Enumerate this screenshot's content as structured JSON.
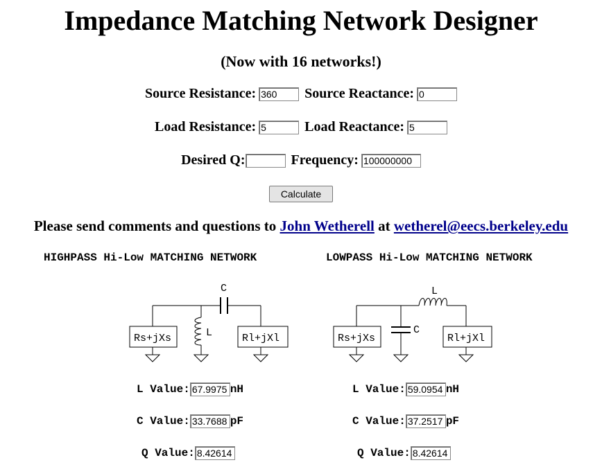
{
  "header": {
    "title": "Impedance Matching Network Designer",
    "subtitle": "(Now with 16 networks!)"
  },
  "form": {
    "source_resistance_label": "Source Resistance:",
    "source_resistance_value": "360",
    "source_reactance_label": "Source Reactance:",
    "source_reactance_value": "0",
    "load_resistance_label": "Load Resistance:",
    "load_resistance_value": "5",
    "load_reactance_label": "Load Reactance:",
    "load_reactance_value": "5",
    "desired_q_label": "Desired Q:",
    "desired_q_value": "",
    "frequency_label": "Frequency:",
    "frequency_value": "100000000",
    "calculate_label": "Calculate"
  },
  "contact": {
    "prefix": "Please send comments and questions to",
    "name": "John Wetherell",
    "middle": "at",
    "email": "wetherel@eecs.berkeley.edu"
  },
  "highpass": {
    "title": "HIGHPASS Hi-Low MATCHING NETWORK",
    "diagram": {
      "c_label": "C",
      "l_label": "L",
      "source_box": "Rs+jXs",
      "load_box": "Rl+jXl"
    },
    "l_label": "L Value:",
    "l_value": "67.9975",
    "l_unit": "nH",
    "c_label": "C Value:",
    "c_value": "33.7688",
    "c_unit": "pF",
    "q_label": "Q Value:",
    "q_value": "8.42614"
  },
  "lowpass": {
    "title": "LOWPASS Hi-Low MATCHING NETWORK",
    "diagram": {
      "c_label": "C",
      "l_label": "L",
      "source_box": "Rs+jXs",
      "load_box": "Rl+jXl"
    },
    "l_label": "L Value:",
    "l_value": "59.0954",
    "l_unit": "nH",
    "c_label": "C Value:",
    "c_value": "37.2517",
    "c_unit": "pF",
    "q_label": "Q Value:",
    "q_value": "8.42614"
  }
}
